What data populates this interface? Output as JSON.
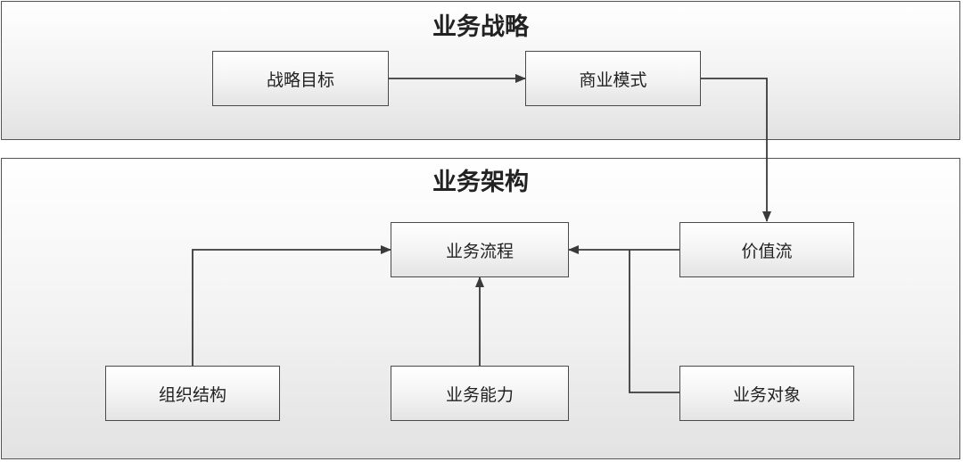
{
  "sections": {
    "strategy": {
      "title": "业务战略"
    },
    "architecture": {
      "title": "业务架构"
    }
  },
  "nodes": {
    "strategic_goals": "战略目标",
    "business_model": "商业模式",
    "value_stream": "价值流",
    "business_process": "业务流程",
    "org_structure": "组织结构",
    "business_capability": "业务能力",
    "business_object": "业务对象"
  },
  "colors": {
    "border": "#4a4a4a",
    "line": "#3a3a3a",
    "box_fill_top": "#ffffff",
    "box_fill_bottom": "#e4e4e4"
  }
}
